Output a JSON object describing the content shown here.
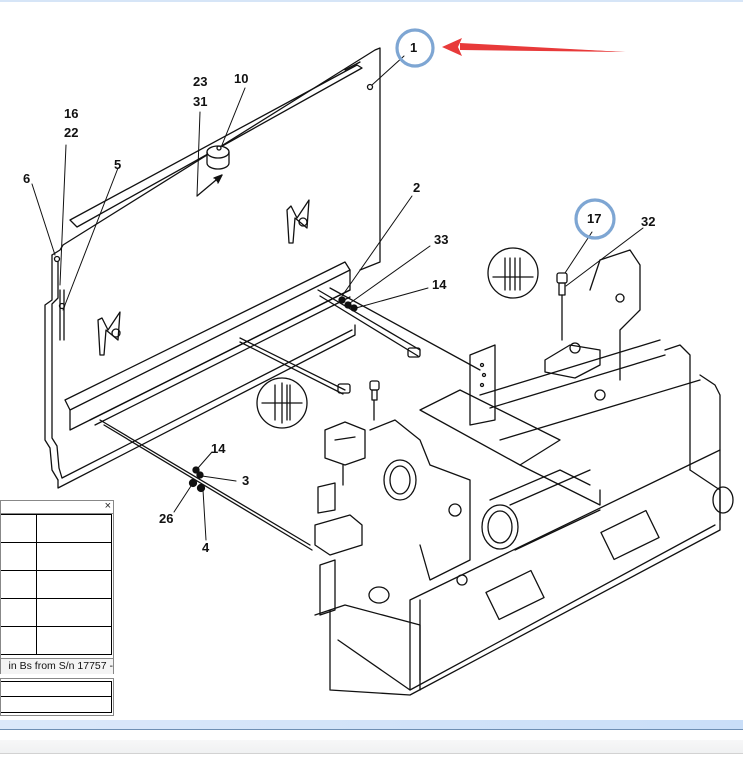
{
  "drawing": {
    "callouts": {
      "c1": "1",
      "c2": "2",
      "c3": "3",
      "c4": "4",
      "c5": "5",
      "c6": "6",
      "c10": "10",
      "c14a": "14",
      "c14b": "14",
      "c16": "16",
      "c17": "17",
      "c22": "22",
      "c23": "23",
      "c26": "26",
      "c31": "31",
      "c32": "32",
      "c33": "33"
    },
    "highlight_color": "#7ea6d3",
    "arrow_color": "#e83a3a",
    "line_color": "#111111"
  },
  "bom_panel": {
    "close_label": "×",
    "rows": [
      [
        "",
        ""
      ],
      [
        "",
        ""
      ],
      [
        "",
        ""
      ],
      [
        "",
        ""
      ],
      [
        "",
        ""
      ]
    ],
    "note": "in Bs from S/n 17757 -"
  }
}
